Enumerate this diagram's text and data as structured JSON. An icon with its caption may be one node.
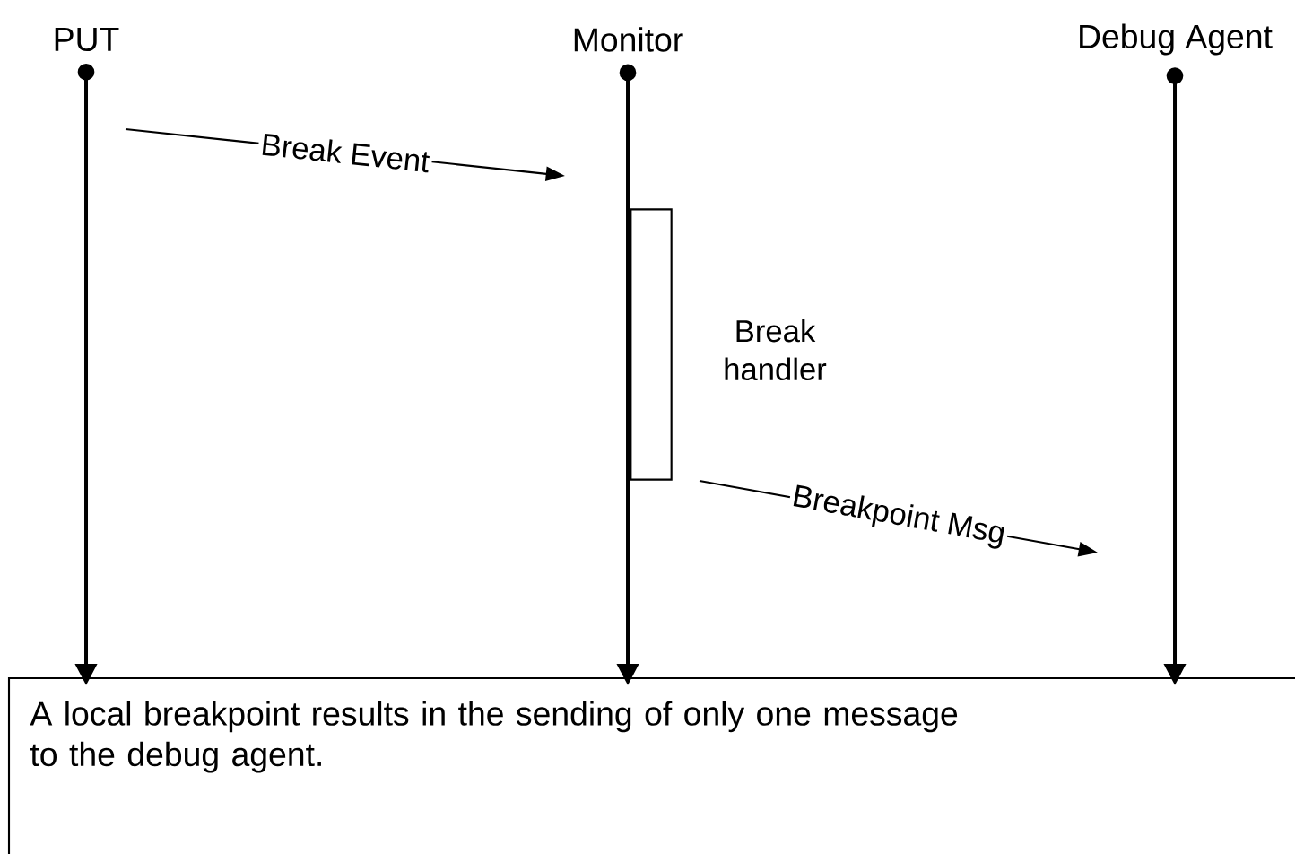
{
  "diagram": {
    "caption": "A local breakpoint results in the sending of only one message to the debug agent.",
    "nodes": [
      {
        "text": [
          "PUT"
        ]
      },
      {
        "text": [
          "Monitor"
        ]
      },
      {
        "text": [
          "Debug Agent"
        ]
      },
      {
        "text": [],
        "shape": "box",
        "beside": [
          "Break handler"
        ]
      }
    ],
    "edges": [
      {
        "from": 0,
        "to": null,
        "arrow": "to"
      },
      {
        "from": 1,
        "to": null,
        "arrow": "to"
      },
      {
        "from": 2,
        "to": null,
        "arrow": "to"
      }
    ],
    "labels": [
      "Break Event",
      "Breakpoint Msg"
    ]
  }
}
